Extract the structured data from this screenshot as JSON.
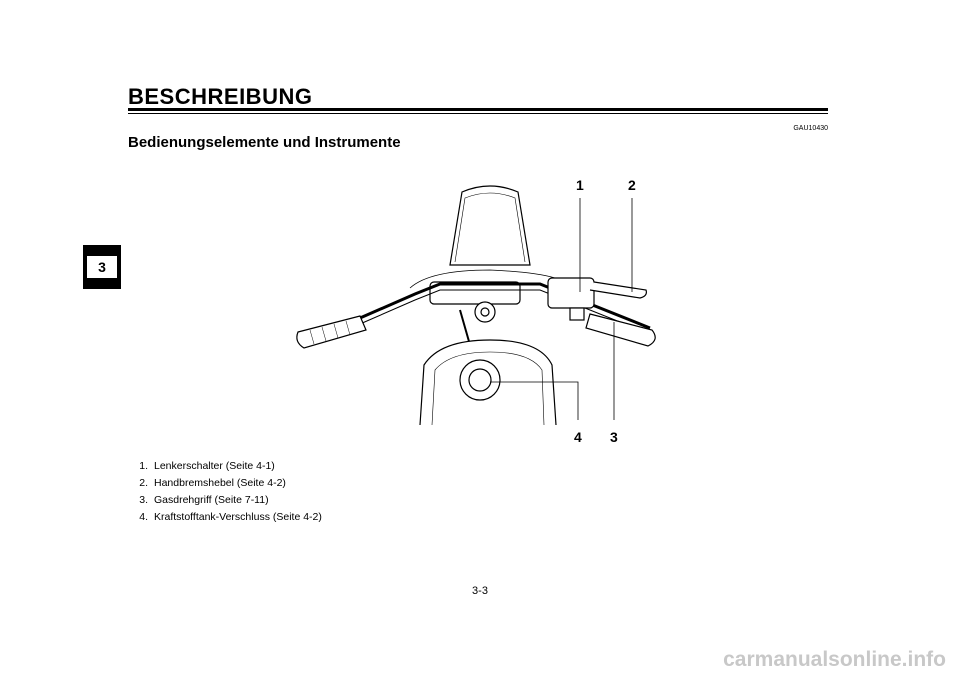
{
  "header": {
    "title": "BESCHREIBUNG"
  },
  "chapter_tab": {
    "number": "3"
  },
  "doc_code": "GAU10430",
  "section_title": "Bedienungselemente und Instrumente",
  "figure": {
    "callouts": [
      {
        "label": "1"
      },
      {
        "label": "2"
      },
      {
        "label": "3"
      },
      {
        "label": "4"
      }
    ]
  },
  "legend": [
    {
      "num": "1.",
      "text": "Lenkerschalter (Seite 4-1)"
    },
    {
      "num": "2.",
      "text": "Handbremshebel (Seite 4-2)"
    },
    {
      "num": "3.",
      "text": "Gasdrehgriff (Seite 7-11)"
    },
    {
      "num": "4.",
      "text": "Kraftstofftank-Verschluss (Seite 4-2)"
    }
  ],
  "page_number": "3-3",
  "watermark": "carmanualsonline.info"
}
